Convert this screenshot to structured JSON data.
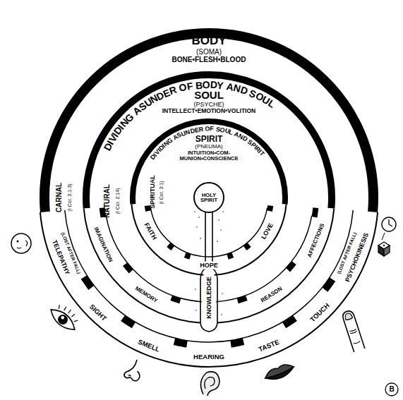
{
  "diagram": {
    "nodes": [
      {
        "text": [
          "BODY",
          "(SOMA)",
          "BONE•FLESH•BLOOD"
        ]
      },
      {
        "text": [
          "SOUL",
          "(PSYCHE)",
          "INTELLECT•EMOTION•VOLITION"
        ],
        "in": 0
      },
      {
        "text": [
          "SPIRIT",
          "(PNEUMA)",
          "INTUITION•COM- MUNION•CONSCIENCE"
        ],
        "in": 1
      },
      {
        "text": [
          "HOLY SPIRIT"
        ],
        "in": 2
      }
    ],
    "labels": [
      "DIVIDING ASUNDER OF BODY AND SOUL",
      "DIVIDING ASUNDER OF SOUL AND SPIRIT",
      "CARNAL",
      "(I Cor. 3:1-3)",
      "NATURAL",
      "(I Cor. 2:14)",
      "SPIRITUAL",
      "(I Cor. 3:1)",
      "FAITH",
      "HOPE",
      "LOVE",
      "IMAGINATION",
      "MEMORY",
      "KNOWLEDGE",
      "REASON",
      "AFFECTIONS",
      "TELEPATHY",
      "(LOST AFTER FALL)",
      "SIGHT",
      "SMELL",
      "HEARING",
      "TASTE",
      "TOUCH",
      "PSYCHOKINESIS",
      "(LOST AFTER FALL)",
      "B"
    ]
  }
}
